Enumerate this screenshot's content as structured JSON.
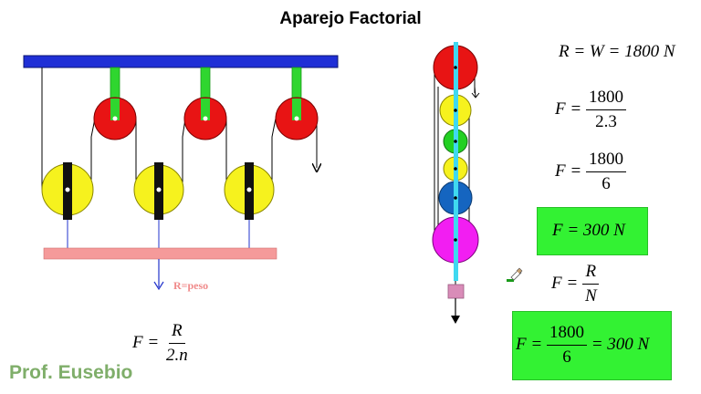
{
  "title": "Aparejo Factorial",
  "left_diagram": {
    "load_label": "R=peso",
    "formula": {
      "lhs": "F",
      "numerator": "R",
      "denominator": "2.n"
    }
  },
  "equations": {
    "eq1": {
      "text": "R = W = 1800 N"
    },
    "eq2": {
      "lhs": "F",
      "numerator": "1800",
      "denominator": "2.3"
    },
    "eq3": {
      "lhs": "F",
      "numerator": "1800",
      "denominator": "6"
    },
    "eq4": {
      "text": "F = 300 N"
    },
    "eq5": {
      "lhs": "F",
      "numerator": "R",
      "denominator": "N"
    },
    "eq6": {
      "lhs": "F",
      "numerator": "1800",
      "denominator": "6",
      "result": "= 300 N"
    }
  },
  "colors": {
    "beam": "#1f2fd6",
    "pulley_fixed": "#e81414",
    "pulley_mobile": "#f6f21e",
    "support": "#2fd62f",
    "platform": "#f59a9a",
    "highlight_box": "#33f233",
    "cyan_axis": "#3fd9f0",
    "pulley_magenta": "#f21ef2",
    "pulley_blue": "#1565c0",
    "pulley_green": "#22d022",
    "load_block": "#d98cb8"
  },
  "author": "Prof. Eusebio"
}
